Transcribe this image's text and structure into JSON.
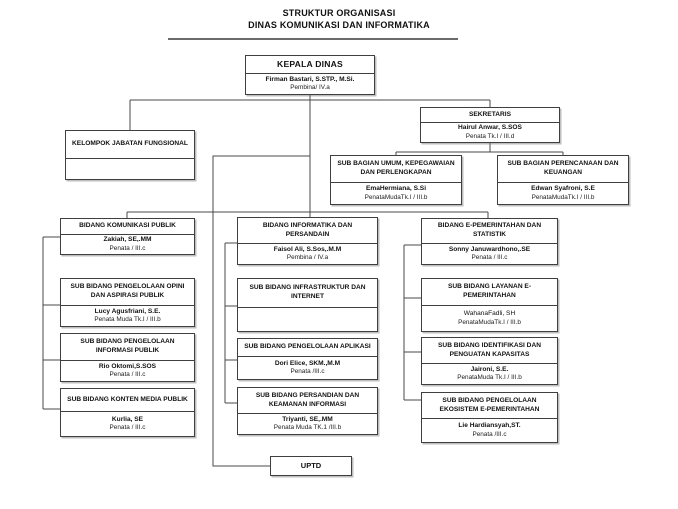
{
  "title": {
    "line1": "STRUKTUR ORGANISASI",
    "line2": "DINAS KOMUNIKASI DAN INFORMATIKA"
  },
  "colors": {
    "background": "#ffffff",
    "box_border": "#3f3f3f",
    "connector_line": "#4a4a4a",
    "text": "#111111"
  },
  "boxes": {
    "kepala_dinas": {
      "title": "KEPALA DINAS",
      "name": "Firman Bastari, S.STP., M.Si.",
      "rank": "Pembina/ IV.a"
    },
    "kelompok": {
      "title": "KELOMPOK JABATAN FUNGSIONAL",
      "name": "",
      "rank": ""
    },
    "sekretaris": {
      "title": "SEKRETARIS",
      "name": "Hairul Anwar, S.SOS",
      "rank": "Penata Tk.I / III.d"
    },
    "sub_umum": {
      "title": "SUB BAGIAN UMUM, KEPEGAWAIAN DAN PERLENGKAPAN",
      "name": "EmaHermiana, S.Si",
      "rank": "PenataMudaTk.I / III.b"
    },
    "sub_perencanaan": {
      "title": "SUB BAGIAN PERENCANAAN DAN KEUANGAN",
      "name": "Edwan Syafroni, S.E",
      "rank": "PenataMudaTk.I / III.b"
    },
    "bidang_komunikasi": {
      "title": "BIDANG KOMUNIKASI PUBLIK",
      "name": "Zakiah, SE,.MM",
      "rank": "Penata / III.c"
    },
    "sub_opini": {
      "title": "SUB BIDANG PENGELOLAAN OPINI DAN ASPIRASI PUBLIK",
      "name": "Lucy Agusfriani, S.E.",
      "rank": "Penata Muda Tk.I / III.b"
    },
    "sub_informasi": {
      "title": "SUB BIDANG PENGELOLAAN INFORMASI PUBLIK",
      "name": "Rio Oktomi,S.SOS",
      "rank": "Penata / III.c"
    },
    "sub_konten": {
      "title": "SUB BIDANG KONTEN MEDIA PUBLIK",
      "name": "Kurlia, SE",
      "rank": "Penata / III.c"
    },
    "bidang_informatika": {
      "title": "BIDANG INFORMATIKA DAN PERSANDAIN",
      "name": "Faisol Ali, S.Sos,.M.M",
      "rank": "Pembina / IV.a"
    },
    "sub_infrastruktur": {
      "title": "SUB BIDANG INFRASTRUKTUR DAN INTERNET",
      "name": "",
      "rank": ""
    },
    "sub_aplikasi": {
      "title": "SUB BIDANG PENGELOLAAN APLIKASI",
      "name": "Dori Elice, SKM.,M.M",
      "rank": "Penata /III.c"
    },
    "sub_persandian": {
      "title": "SUB BIDANG PERSANDIAN DAN KEAMANAN INFORMASI",
      "name": "Triyanti, SE,.MM",
      "rank": "Penata Muda TK.1 /III.b"
    },
    "bidang_epem": {
      "title": "BIDANG E-PEMERINTAHAN DAN STATISTIK",
      "name": "Sonny Januwardhono,.SE",
      "rank": "Penata / III.c"
    },
    "sub_layanan": {
      "title": "SUB BIDANG LAYANAN E-PEMERINTAHAN",
      "name": "WahanaFadli, SH",
      "rank": "PenataMudaTk.I / III.b"
    },
    "sub_identifikasi": {
      "title": "SUB BIDANG IDENTIFIKASI DAN PENGUATAN KAPASITAS",
      "name": "Jaironi, S.E.",
      "rank": "PenataMuda Tk.I / III.b"
    },
    "sub_ekosistem": {
      "title": "SUB BIDANG PENGELOLAAN EKOSISTEM E-PEMERINTAHAN",
      "name": "Lie Hardiansyah,ST.",
      "rank": "Penata /III.c"
    },
    "uptd": {
      "title": "UPTD",
      "name": "",
      "rank": ""
    }
  }
}
